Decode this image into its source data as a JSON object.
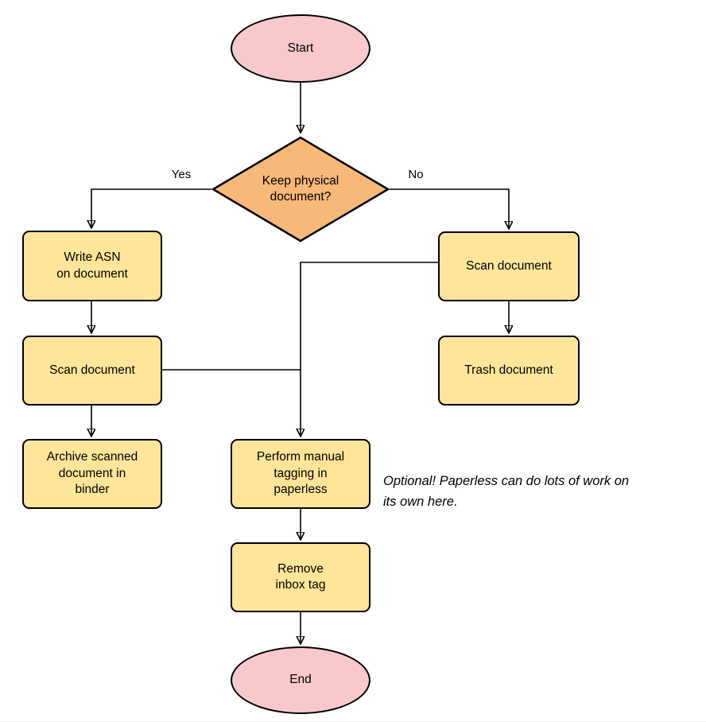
{
  "diagram": {
    "type": "flowchart",
    "nodes": {
      "start": "Start",
      "decision": "Keep physical\ndocument?",
      "write_asn": "Write ASN\non document",
      "scan_left": "Scan document",
      "archive": "Archive scanned\ndocument in\nbinder",
      "scan_right": "Scan document",
      "trash": "Trash document",
      "tagging": "Perform manual\ntagging in\npaperless",
      "remove_inbox": "Remove\ninbox tag",
      "end": "End"
    },
    "edge_labels": {
      "yes": "Yes",
      "no": "No"
    },
    "annotation": "Optional! Paperless can do lots of work on\nits own here.",
    "colors": {
      "terminal_fill": "#f8c8cc",
      "decision_fill": "#f8b878",
      "process_fill": "#ffe599",
      "stroke": "#000000",
      "background": "#ffffff"
    }
  }
}
